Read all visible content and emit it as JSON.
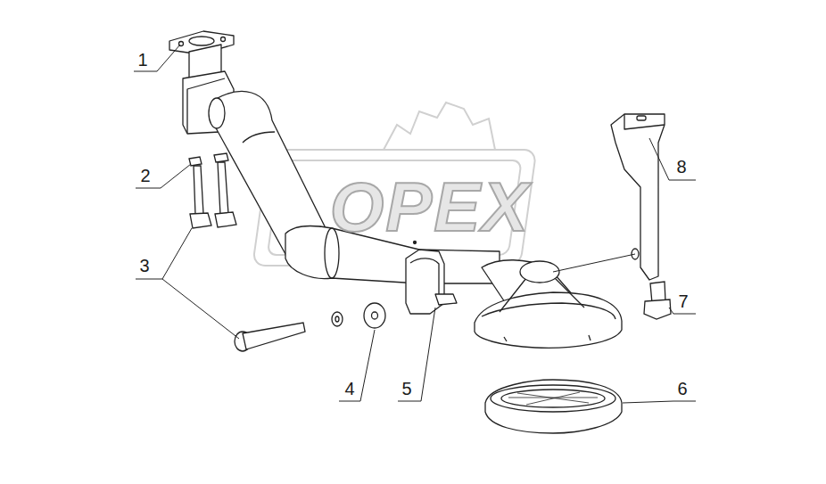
{
  "diagram": {
    "labels": [
      "1",
      "2",
      "3",
      "4",
      "5",
      "6",
      "7",
      "8",
      "OPEX"
    ]
  }
}
